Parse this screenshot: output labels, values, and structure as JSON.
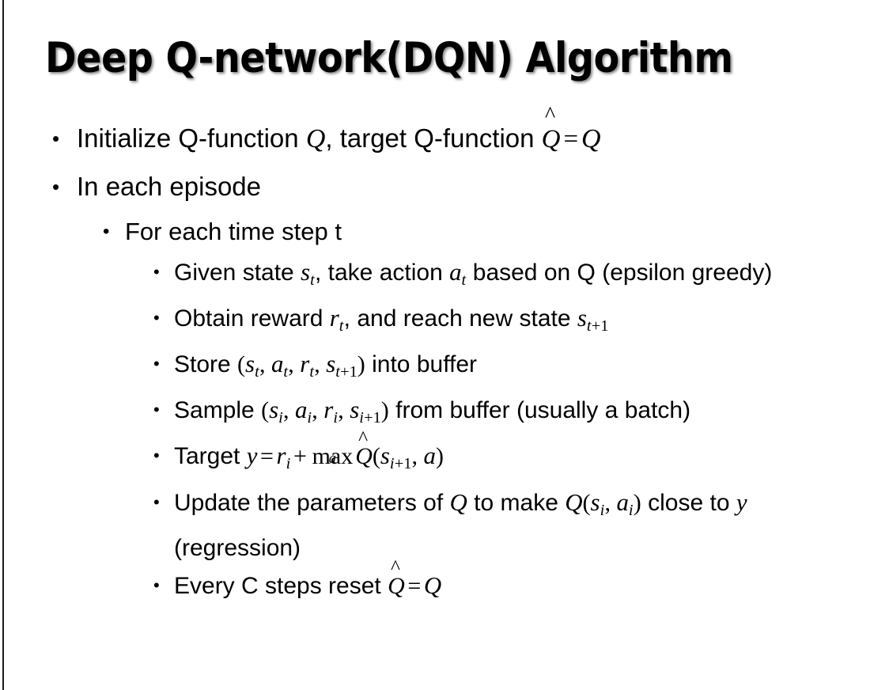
{
  "slide": {
    "title": "Deep Q-network(DQN) Algorithm",
    "background_color": "#ffffff",
    "text_color": "#000000",
    "left_rule_color": "#1a1a1a",
    "bullet_glyph": "•"
  },
  "content": {
    "bullets": [
      {
        "level": 1,
        "id": "initialize-q-function",
        "plain_text": "Initialize Q-function Q, target Q-function Q̂ = Q",
        "segments": [
          {
            "kind": "text",
            "value": "Initialize Q-function "
          },
          {
            "kind": "math",
            "value": "Q"
          },
          {
            "kind": "text",
            "value": ", target Q-function "
          },
          {
            "kind": "math-hat",
            "value": "Q"
          },
          {
            "kind": "op",
            "value": "="
          },
          {
            "kind": "math",
            "value": "Q"
          }
        ]
      },
      {
        "level": 1,
        "id": "in-each-episode",
        "plain_text": "In each episode",
        "segments": [
          {
            "kind": "text",
            "value": "In each episode"
          }
        ]
      },
      {
        "level": 2,
        "id": "for-each-time-step",
        "plain_text": "For each time step t",
        "segments": [
          {
            "kind": "text",
            "value": "For each time step t"
          }
        ]
      },
      {
        "level": 3,
        "id": "given-state-take-action",
        "plain_text": "Given state s_t, take action a_t based on Q (epsilon greedy)",
        "segments": [
          {
            "kind": "text",
            "value": "Given state "
          },
          {
            "kind": "math-sub",
            "base": "s",
            "sub": "t"
          },
          {
            "kind": "text",
            "value": ", take action "
          },
          {
            "kind": "math-sub",
            "base": "a",
            "sub": "t"
          },
          {
            "kind": "text",
            "value": " based on Q (epsilon greedy)"
          }
        ]
      },
      {
        "level": 3,
        "id": "obtain-reward-reach-state",
        "plain_text": "Obtain reward r_t, and reach new state s_t+1",
        "segments": [
          {
            "kind": "text",
            "value": "Obtain reward "
          },
          {
            "kind": "math-sub",
            "base": "r",
            "sub": "t"
          },
          {
            "kind": "text",
            "value": ", and reach new state "
          },
          {
            "kind": "math-sub",
            "base": "s",
            "sub": "t+1"
          }
        ]
      },
      {
        "level": 3,
        "id": "store-into-buffer",
        "plain_text": "Store (s_t, a_t, r_t, s_t+1) into buffer",
        "segments": [
          {
            "kind": "text",
            "value": "Store "
          },
          {
            "kind": "tuple",
            "base_sub": "t",
            "items": [
              "s",
              "a",
              "r",
              "s+1"
            ]
          },
          {
            "kind": "text",
            "value": " into buffer"
          }
        ]
      },
      {
        "level": 3,
        "id": "sample-from-buffer",
        "plain_text": "Sample (s_i, a_i, r_i, s_i+1) from buffer (usually a batch)",
        "segments": [
          {
            "kind": "text",
            "value": "Sample "
          },
          {
            "kind": "tuple",
            "base_sub": "i",
            "items": [
              "s",
              "a",
              "r",
              "s+1"
            ]
          },
          {
            "kind": "text",
            "value": " from buffer (usually a batch)"
          }
        ]
      },
      {
        "level": 3,
        "id": "target-equation",
        "plain_text": "Target y = r_i + max_a Q̂(s_i+1, a)",
        "segments": [
          {
            "kind": "text",
            "value": "Target "
          },
          {
            "kind": "equation",
            "value": "y = r_i + max_a Qhat(s_i+1, a)"
          }
        ]
      },
      {
        "level": 3,
        "id": "update-parameters",
        "plain_text": "Update the parameters of Q to make Q(s_i, a_i) close to y (regression)",
        "segments": [
          {
            "kind": "text",
            "value": "Update the parameters of "
          },
          {
            "kind": "math",
            "value": "Q"
          },
          {
            "kind": "text",
            "value": " to make "
          },
          {
            "kind": "qcall",
            "value": "Q(s_i, a_i)"
          },
          {
            "kind": "text",
            "value": " close to "
          },
          {
            "kind": "math",
            "value": "y"
          },
          {
            "kind": "text",
            "value": " (regression)"
          }
        ]
      },
      {
        "level": 3,
        "id": "every-c-steps-reset",
        "plain_text": "Every C steps reset Q̂ = Q",
        "segments": [
          {
            "kind": "text",
            "value": "Every C steps reset "
          },
          {
            "kind": "math-hat",
            "value": "Q"
          },
          {
            "kind": "op",
            "value": "="
          },
          {
            "kind": "math",
            "value": "Q"
          }
        ]
      }
    ]
  },
  "symbols": {
    "bullet": "•",
    "hat": "̂",
    "circumflex": "^",
    "equals": "=",
    "plus": "+",
    "max": "max",
    "var_Q": "Q",
    "var_y": "y",
    "var_s": "s",
    "var_a": "a",
    "var_r": "r",
    "sub_t": "t",
    "sub_i": "i",
    "sub_t_plus_1": "t+1",
    "sub_i_plus_1": "i+1",
    "open_paren": "(",
    "close_paren": ")",
    "comma": ","
  }
}
